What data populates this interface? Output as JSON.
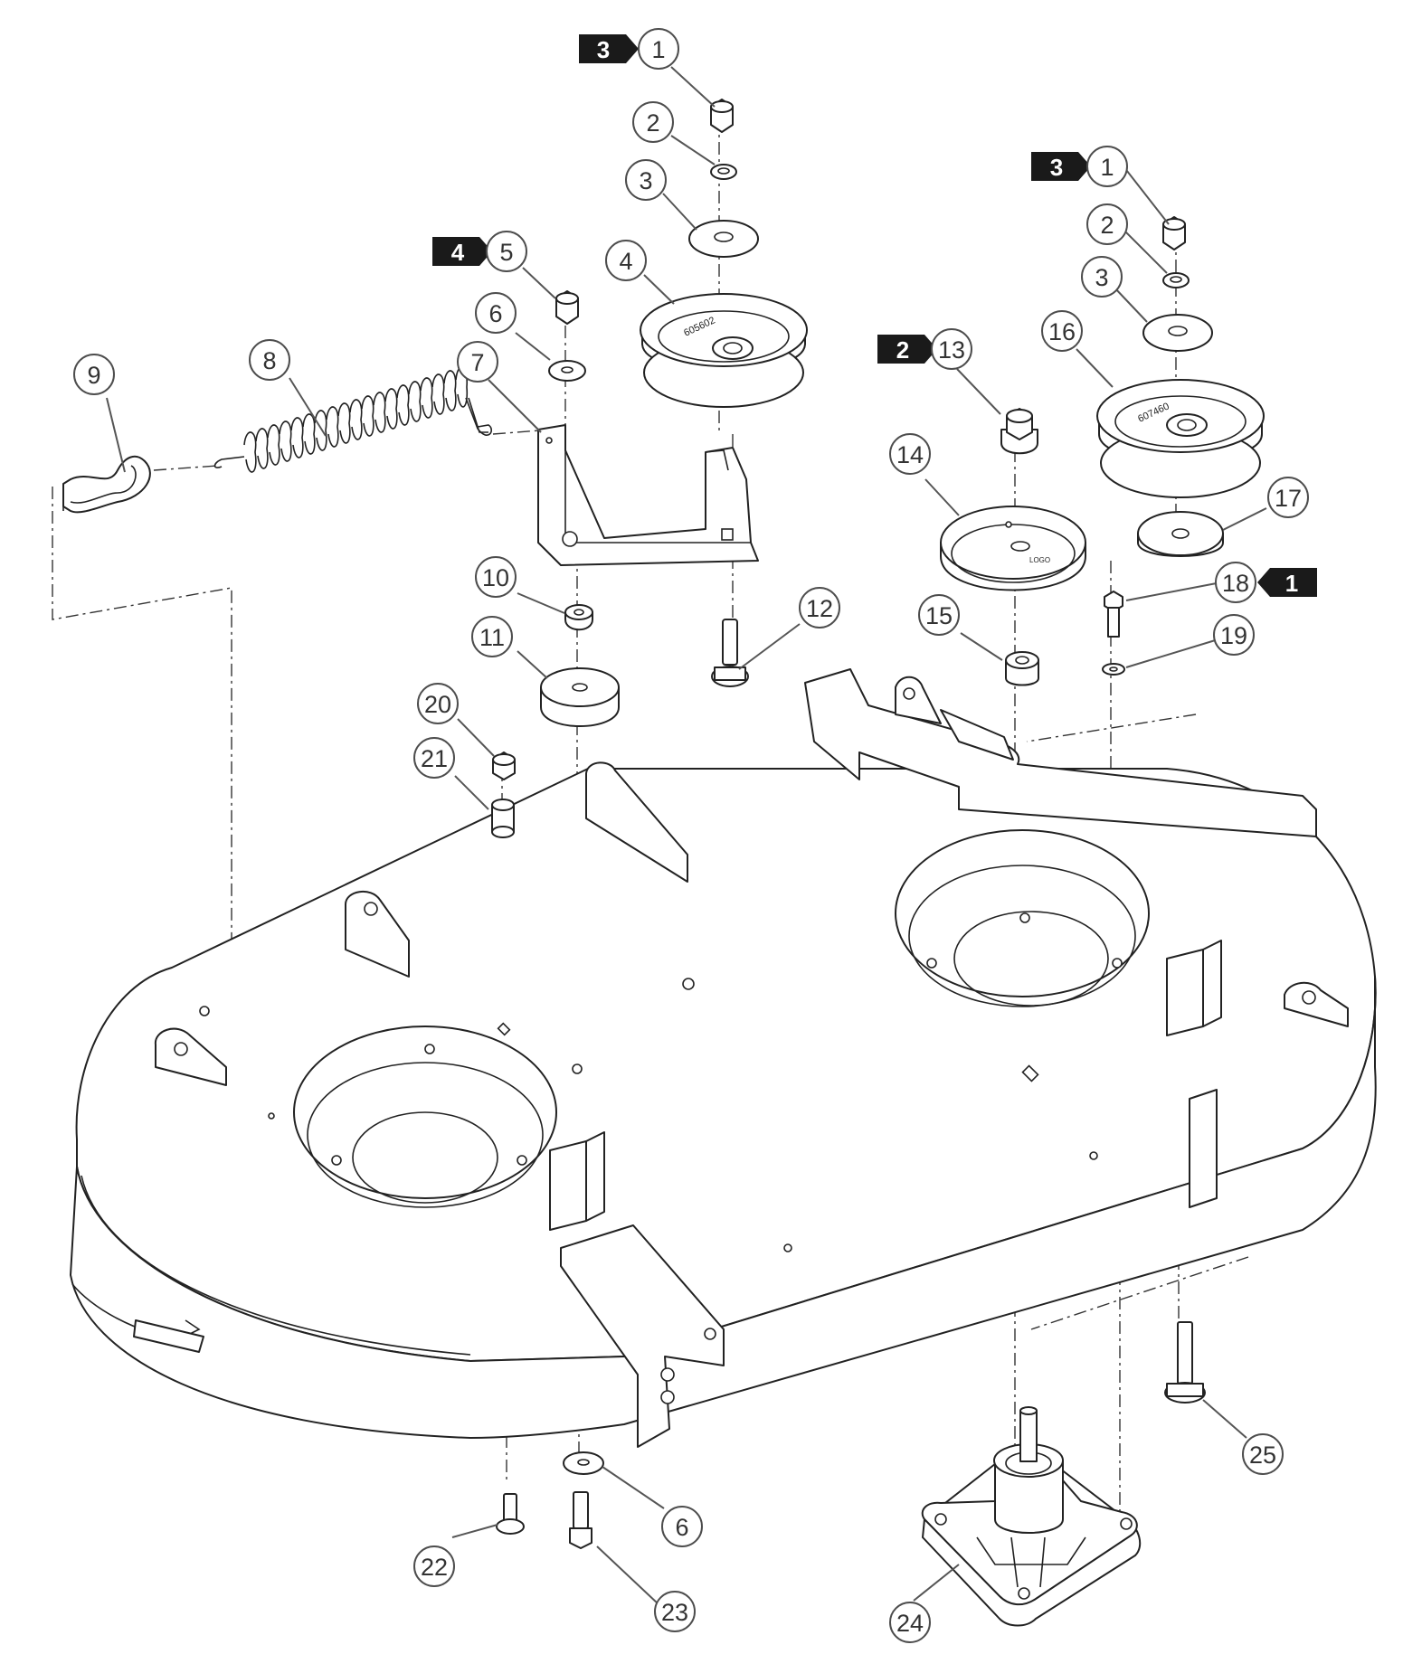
{
  "callouts": [
    {
      "id": "c1a",
      "label": "1"
    },
    {
      "id": "c2a",
      "label": "2"
    },
    {
      "id": "c3a",
      "label": "3"
    },
    {
      "id": "c4a",
      "label": "4"
    },
    {
      "id": "c5a",
      "label": "5"
    },
    {
      "id": "c6a",
      "label": "6"
    },
    {
      "id": "c7a",
      "label": "7"
    },
    {
      "id": "c8a",
      "label": "8"
    },
    {
      "id": "c9a",
      "label": "9"
    },
    {
      "id": "c10a",
      "label": "10"
    },
    {
      "id": "c11a",
      "label": "11"
    },
    {
      "id": "c12a",
      "label": "12"
    },
    {
      "id": "c13a",
      "label": "13"
    },
    {
      "id": "c14a",
      "label": "14"
    },
    {
      "id": "c15a",
      "label": "15"
    },
    {
      "id": "c1b",
      "label": "1"
    },
    {
      "id": "c2b",
      "label": "2"
    },
    {
      "id": "c3b",
      "label": "3"
    },
    {
      "id": "c16a",
      "label": "16"
    },
    {
      "id": "c17a",
      "label": "17"
    },
    {
      "id": "c18a",
      "label": "18"
    },
    {
      "id": "c19a",
      "label": "19"
    },
    {
      "id": "c20a",
      "label": "20"
    },
    {
      "id": "c21a",
      "label": "21"
    },
    {
      "id": "c22a",
      "label": "22"
    },
    {
      "id": "c6b",
      "label": "6"
    },
    {
      "id": "c23a",
      "label": "23"
    },
    {
      "id": "c24a",
      "label": "24"
    },
    {
      "id": "c25a",
      "label": "25"
    }
  ],
  "badges": [
    {
      "id": "b3a",
      "label": "3"
    },
    {
      "id": "b4a",
      "label": "4"
    },
    {
      "id": "b2a",
      "label": "2"
    },
    {
      "id": "b3b",
      "label": "3"
    },
    {
      "id": "b1a",
      "label": "1"
    }
  ],
  "pulley_markings": {
    "left_idler": "605602",
    "right_idler": "607460",
    "drive_pulley": "LOGO"
  },
  "colors": {
    "line": "#222222",
    "badge": "#1a1a1a",
    "callout_stroke": "#4d4d4d",
    "background": "#ffffff"
  }
}
